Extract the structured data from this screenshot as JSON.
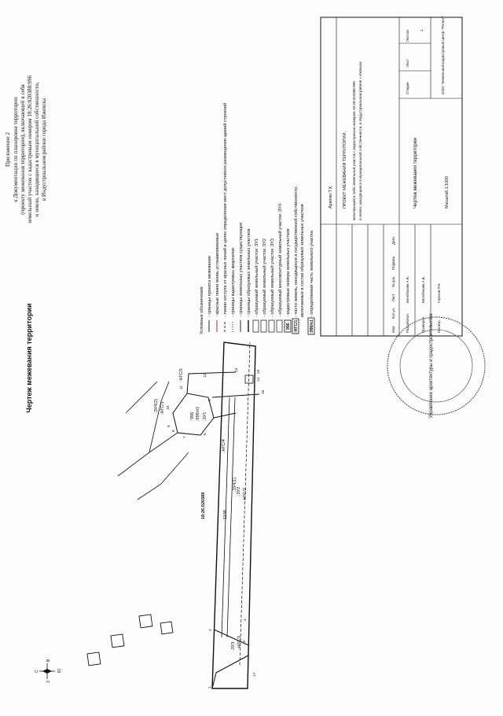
{
  "header": {
    "appendix": "Приложение 2",
    "line1": "к Документации по планировке территории",
    "line2": "(проекту межевания территории), включающей в себя",
    "line3": "земельный участок с кадастровым номером 18:26:020388:996",
    "line4": "и земли, находящиеся в муниципальной собственности,",
    "line5": "в Индустриальном районе города Ижевска"
  },
  "title": "Чертеж межевания территории",
  "map": {
    "cadastral_block": "18:26:020388",
    "parcel_number": "996",
    "parcel_extra": ":996/п1",
    "area_number": "1138",
    "labels": [
      ":ЗУ1",
      ":ЗУ2",
      ":ЗУ3",
      ":ЗУ4(1)",
      ":ЗУ4(2)",
      ":НГС/1",
      ":НГС/2",
      ":НГС/3",
      ":НГС/4",
      ":НГС/5"
    ],
    "points": [
      "1",
      "2",
      "3",
      "4",
      "5",
      "6",
      "7",
      "8",
      "9",
      "10",
      "11",
      "12",
      "13",
      "14",
      "15",
      "16",
      "17"
    ]
  },
  "legend": {
    "heading": "Условные обозначения:",
    "items": [
      "- границы проекта межевания",
      "- красные линии вновь устанавливаемые",
      "- линии отступа от красных линий в целях определения мест допустимого размещения зданий строений",
      "- границы кадастровых кварталов",
      "- границы земельных участков существующие",
      "- границы образуемых земельных участков",
      "- образуемый земельный участок :ЗУ1",
      "- образуемый земельный участок :ЗУ2",
      "- образуемый земельный участок :ЗУ3",
      "- образуемый многоконтурный земельный участок :ЗУ4",
      "- кадастровые номера земельных участков",
      "- части земель, находящихся в государственной собственности,",
      "  включаемые в состав образуемых земельных участков",
      "- определяемая часть земельного участка"
    ],
    "badges": [
      "996",
      ":НГС/1",
      ":996/п1"
    ]
  },
  "title_block": {
    "client": "Арютин Т.Х.",
    "project": "ПРОЕКТ МЕЖЕВАНИЯ ТЕРРИТОРИИ,",
    "project_desc1": "включающей в себя земельный участок с кадастровым номером 18:26:020388:996",
    "project_desc2": "и земли, находящиеся в муниципальной собственности, в Индустриальном районе г. Ижевска",
    "sheet_title": "Чертеж межевания территории",
    "scale": "Масштаб 1:1000",
    "org": "ООО \"Земельный кадастровый центр \"Регион\"",
    "col_stage": "Стадия",
    "col_sheet": "Лист",
    "col_sheets": "Листов",
    "sheet_no": "1",
    "headers": [
      "Изм.",
      "Кол.уч.",
      "Лист",
      "№ док.",
      "Подпись",
      "Дата"
    ],
    "roles": [
      "Разработал",
      "Проверил",
      "Н.контр."
    ],
    "names": [
      "Белобокова А.В.",
      "Белобокова А.В.",
      "Горохов Р.Н."
    ],
    "stamp_text": "Управление архитектуры и градостроительства"
  }
}
